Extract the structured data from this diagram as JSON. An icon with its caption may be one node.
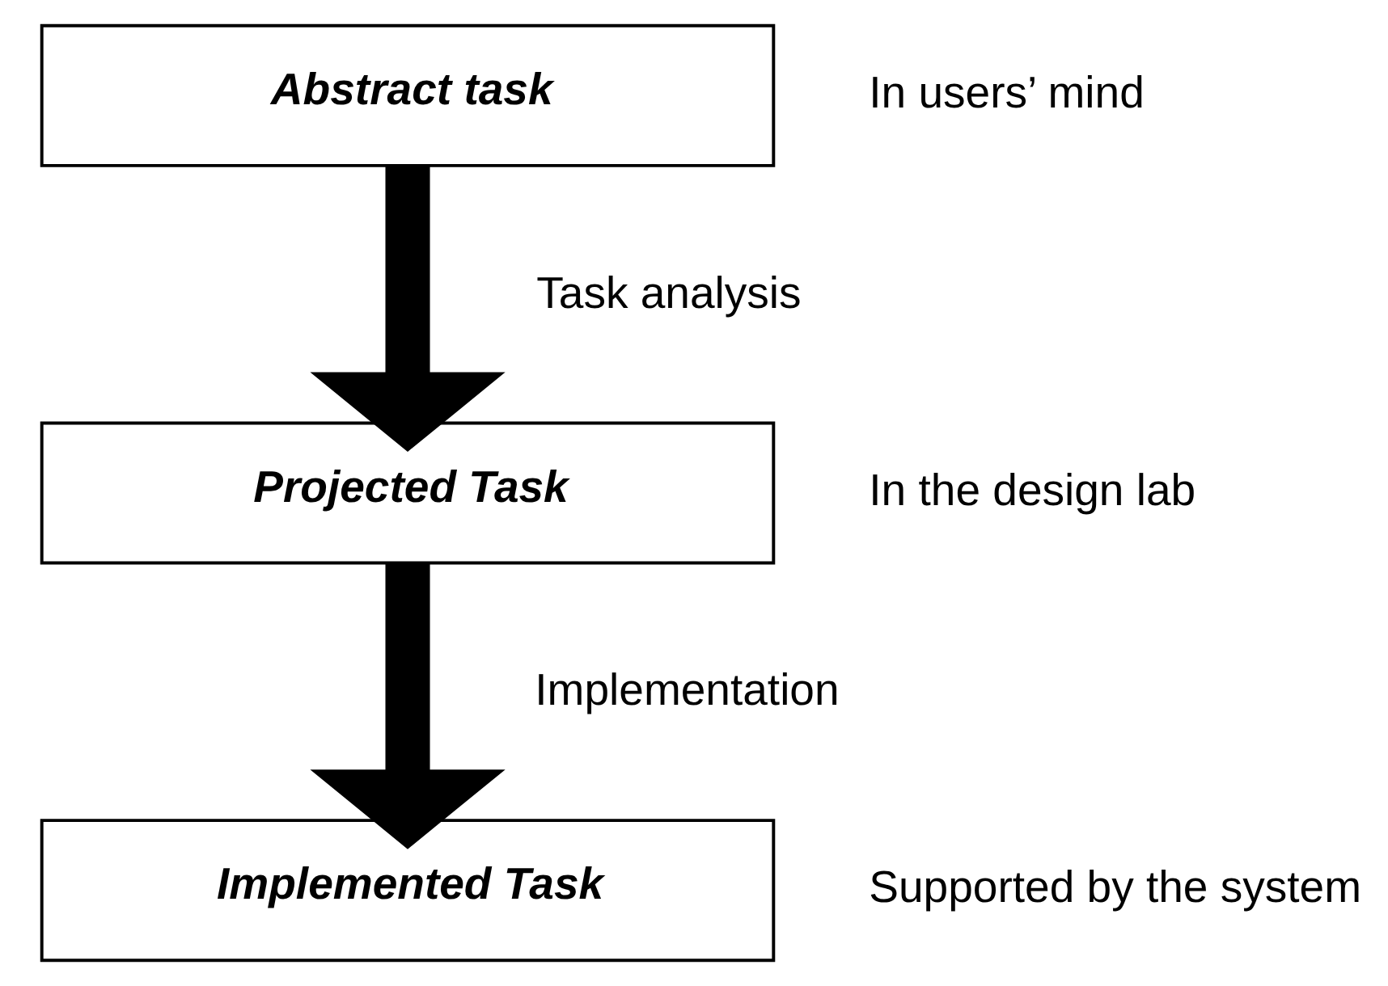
{
  "diagram": {
    "nodes": [
      {
        "text": [
          "Abstract task"
        ],
        "beside": [
          "In users’ mind"
        ]
      },
      {
        "text": [
          "Projected Task"
        ],
        "beside": [
          "In the design lab"
        ]
      },
      {
        "text": [
          "Implemented Task"
        ],
        "beside": [
          "Supported by the system"
        ]
      }
    ],
    "edges": [
      {
        "from": 0,
        "to": 1,
        "arrow": "to",
        "label": "Task analysis"
      },
      {
        "from": 1,
        "to": 2,
        "arrow": "to",
        "label": "Implementation"
      }
    ]
  }
}
